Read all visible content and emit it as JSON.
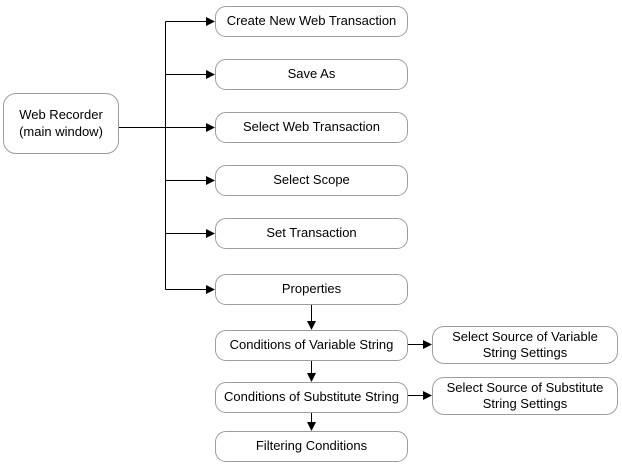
{
  "colors": {
    "background": "#ffffff",
    "node_fill": "#ffffff",
    "node_border": "#9d9d9d",
    "connector": "#000000",
    "text": "#000000"
  },
  "diagram": {
    "root_node": {
      "line1": "Web Recorder",
      "line2": "(main window)"
    },
    "menu_nodes": [
      {
        "label": "Create New Web Transaction"
      },
      {
        "label": "Save As"
      },
      {
        "label": "Select Web Transaction"
      },
      {
        "label": "Select Scope"
      },
      {
        "label": "Set Transaction"
      },
      {
        "label": "Properties"
      },
      {
        "label": "Conditions of Variable String"
      },
      {
        "label": "Conditions of Substitute String"
      },
      {
        "label": "Filtering Conditions"
      }
    ],
    "detail_nodes": [
      {
        "line1": "Select Source of Variable",
        "line2": "String Settings"
      },
      {
        "line1": "Select Source of Substitute",
        "line2": "String Settings"
      }
    ]
  }
}
